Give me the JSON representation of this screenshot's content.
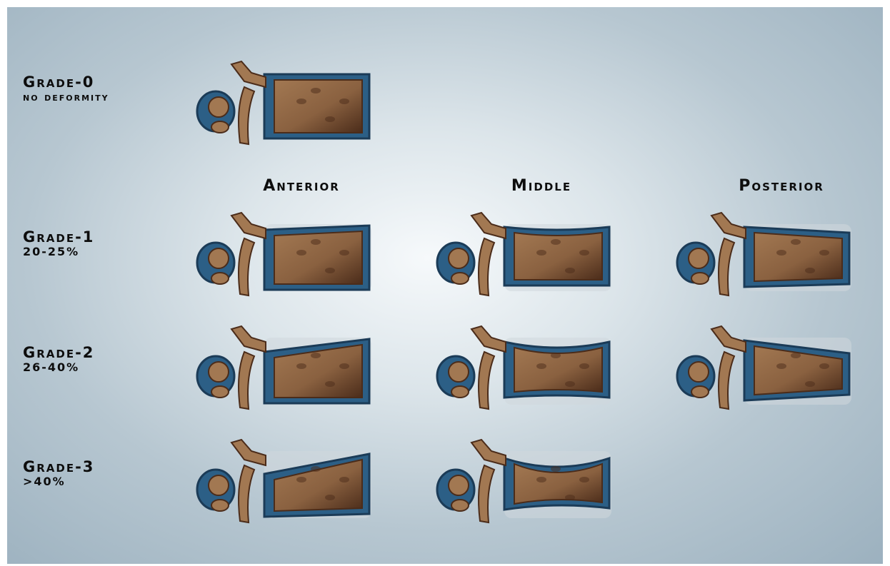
{
  "rows": [
    {
      "title": "Grade-0",
      "subtitle": "no deformity"
    },
    {
      "title": "Grade-1",
      "subtitle": "20-25%"
    },
    {
      "title": "Grade-2",
      "subtitle": "26-40%"
    },
    {
      "title": "Grade-3",
      "subtitle": ">40%"
    }
  ],
  "columns": [
    "Anterior",
    "Middle",
    "Posterior"
  ],
  "colors": {
    "bone": "#a27852",
    "bone_dark": "#4b2c1a",
    "cortex": "#2c5f86",
    "ghost": "#cfd7dc",
    "background_center": "#f6f9fb",
    "background_edge": "#9cb1bf"
  }
}
